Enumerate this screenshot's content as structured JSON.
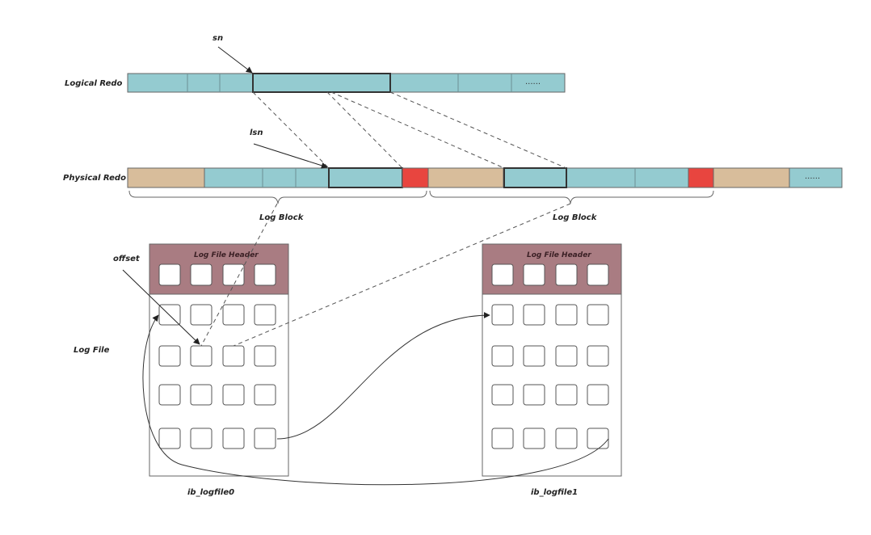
{
  "labels": {
    "logical_redo": "Logical Redo",
    "physical_redo": "Physical Redo",
    "log_file": "Log File",
    "sn": "sn",
    "lsn": "lsn",
    "offset": "offset",
    "log_block_1": "Log Block",
    "log_block_2": "Log Block",
    "file0_header": "Log File Header",
    "file1_header": "Log File Header",
    "file0_name": "ib_logfile0",
    "file1_name": "ib_logfile1",
    "logical_more": "......",
    "physical_more": "......"
  },
  "colors": {
    "record": "#94cbd0",
    "header_segment": "#d8bd9b",
    "trailer_segment": "#e8453f",
    "file_header": "#a97c82",
    "outline": "#555555"
  }
}
